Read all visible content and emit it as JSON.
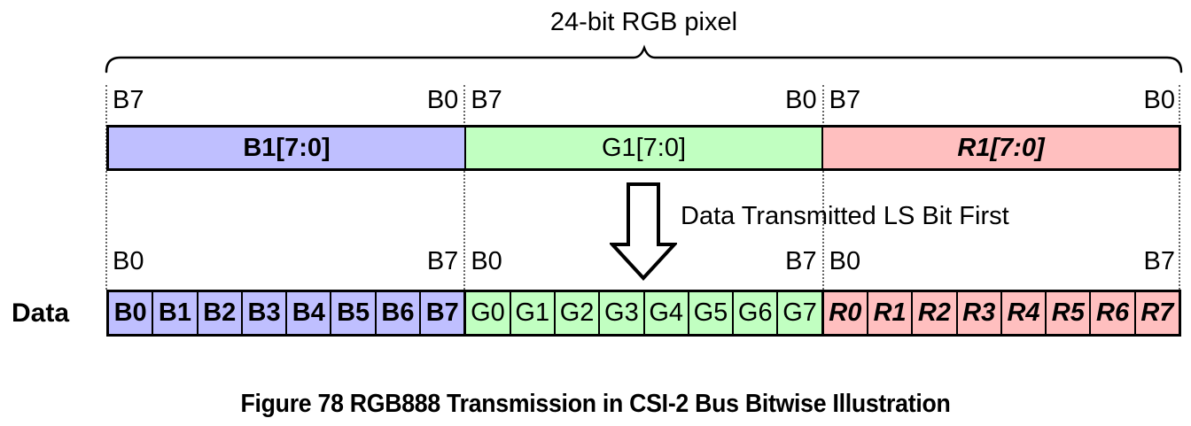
{
  "title": "24-bit RGB pixel",
  "arrow_note": "Data Transmitted LS Bit First",
  "data_row_label": "Data",
  "caption": "Figure 78 RGB888 Transmission in CSI-2 Bus Bitwise Illustration",
  "colors": {
    "blue_byte": "#bfbfff",
    "green_byte": "#c1ffc1",
    "red_byte": "#ffbfbf",
    "border": "#000000"
  },
  "segments": [
    {
      "id": "blue",
      "byte_label": "B1[7:0]",
      "emphasis": "bold",
      "color": "#bfbfff",
      "msb_row": {
        "left": "B7",
        "right": "B0"
      },
      "lsb_row": {
        "left": "B0",
        "right": "B7"
      },
      "bits": [
        "B0",
        "B1",
        "B2",
        "B3",
        "B4",
        "B5",
        "B6",
        "B7"
      ]
    },
    {
      "id": "green",
      "byte_label": "G1[7:0]",
      "emphasis": "normal",
      "color": "#c1ffc1",
      "msb_row": {
        "left": "B7",
        "right": "B0"
      },
      "lsb_row": {
        "left": "B0",
        "right": "B7"
      },
      "bits": [
        "G0",
        "G1",
        "G2",
        "G3",
        "G4",
        "G5",
        "G6",
        "G7"
      ]
    },
    {
      "id": "red",
      "byte_label": "R1[7:0]",
      "emphasis": "bold-italic",
      "color": "#ffbfbf",
      "msb_row": {
        "left": "B7",
        "right": "B0"
      },
      "lsb_row": {
        "left": "B0",
        "right": "B7"
      },
      "bits": [
        "R0",
        "R1",
        "R2",
        "R3",
        "R4",
        "R5",
        "R6",
        "R7"
      ]
    }
  ]
}
